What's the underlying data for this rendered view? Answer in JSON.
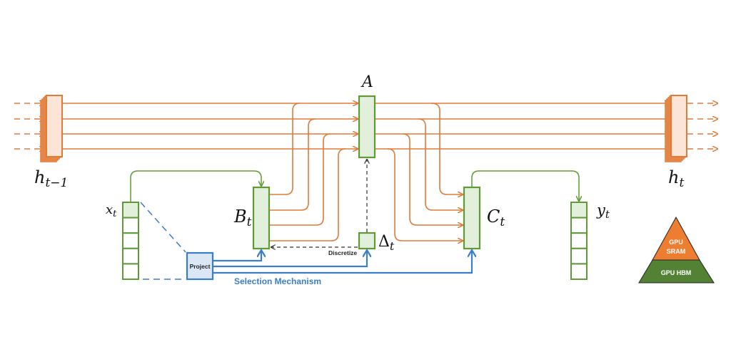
{
  "labels": {
    "h_prev": {
      "base": "h",
      "sub": "t−1"
    },
    "h_next": {
      "base": "h",
      "sub": "t"
    },
    "A": "A",
    "B": {
      "base": "B",
      "sub": "t"
    },
    "C": {
      "base": "C",
      "sub": "t"
    },
    "delta": {
      "base": "Δ",
      "sub": "t"
    },
    "x": {
      "base": "x",
      "sub": "t"
    },
    "y": {
      "base": "y",
      "sub": "t"
    },
    "project": "Project",
    "discretize": "Discretize",
    "selection": "Selection Mechanism"
  },
  "pyramid": {
    "top": [
      "GPU",
      "SRAM"
    ],
    "bottom": "GPU HBM"
  },
  "colors": {
    "state": "#E07B39",
    "state_fill": "#FCE4D6",
    "param_border": "#5E9A36",
    "param_fill": "#E2EFDA",
    "selection": "#3A7DC9",
    "project_fill": "#DCE7F5",
    "sram": "#ED7D31",
    "hbm": "#548235"
  }
}
